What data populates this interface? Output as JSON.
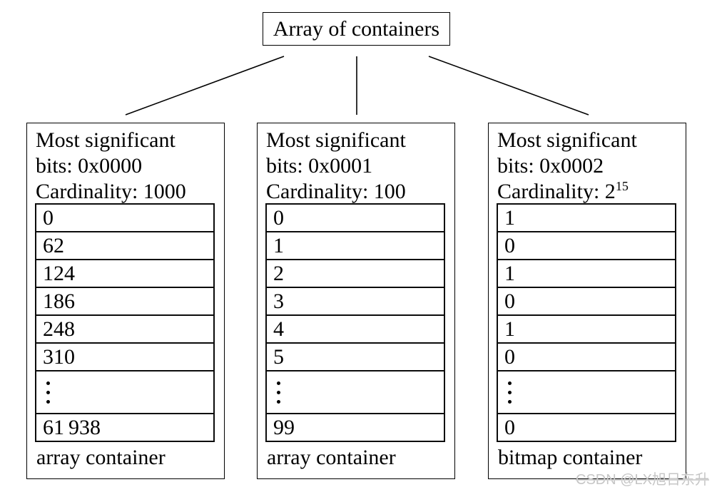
{
  "title": "Array of containers",
  "watermark": "CSDN @LX旭日东升",
  "containers": [
    {
      "header_line1": "Most significant",
      "header_line2": "bits: 0x0000",
      "card_prefix": "Cardinality: 1000",
      "card_sup": "",
      "rows": [
        "0",
        "62",
        "124",
        "186",
        "248",
        "310",
        "⋮",
        "61 938"
      ],
      "label": "array container"
    },
    {
      "header_line1": "Most significant",
      "header_line2": "bits: 0x0001",
      "card_prefix": "Cardinality: 100",
      "card_sup": "",
      "rows": [
        "0",
        "1",
        "2",
        "3",
        "4",
        "5",
        "⋮",
        "99"
      ],
      "label": "array container"
    },
    {
      "header_line1": "Most significant",
      "header_line2": "bits: 0x0002",
      "card_prefix": "Cardinality: 2",
      "card_sup": "15",
      "rows": [
        "1",
        "0",
        "1",
        "0",
        "1",
        "0",
        "⋮",
        "0"
      ],
      "label": "bitmap container"
    }
  ]
}
